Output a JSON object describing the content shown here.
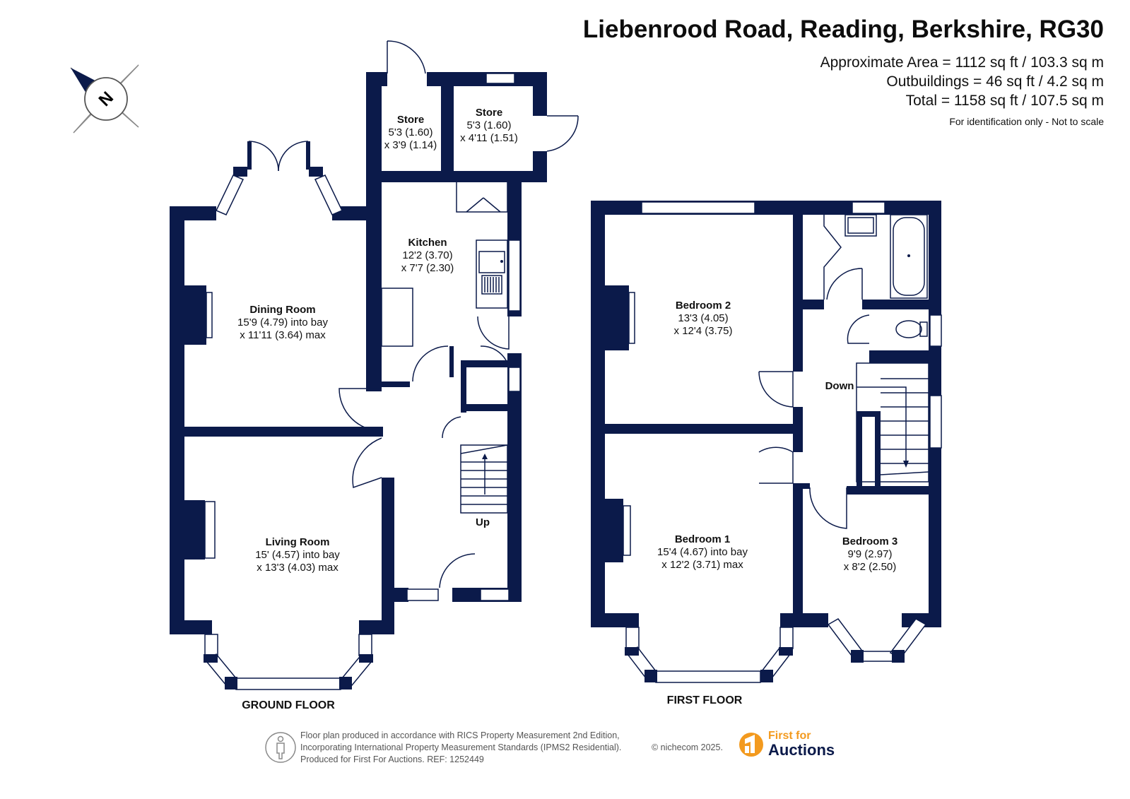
{
  "header": {
    "title": "Liebenrood Road, Reading, Berkshire, RG30",
    "area_lines": [
      "Approximate Area = 1112 sq ft / 103.3 sq m",
      "Outbuildings = 46 sq ft / 4.2 sq m",
      "Total = 1158 sq ft / 107.5 sq m"
    ],
    "disclaimer": "For identification only - Not to scale"
  },
  "compass": {
    "letter": "N"
  },
  "ground_floor": {
    "label": "GROUND FLOOR",
    "rooms": {
      "store1": {
        "name": "Store",
        "dims": [
          "5'3 (1.60)",
          "x 3'9 (1.14)"
        ]
      },
      "store2": {
        "name": "Store",
        "dims": [
          "5'3 (1.60)",
          "x 4'11 (1.51)"
        ]
      },
      "kitchen": {
        "name": "Kitchen",
        "dims": [
          "12'2 (3.70)",
          "x 7'7 (2.30)"
        ]
      },
      "dining": {
        "name": "Dining Room",
        "dims": [
          "15'9 (4.79) into bay",
          "x 11'11 (3.64) max"
        ]
      },
      "living": {
        "name": "Living Room",
        "dims": [
          "15' (4.57) into bay",
          "x 13'3 (4.03) max"
        ]
      }
    },
    "stairs_label": "Up"
  },
  "first_floor": {
    "label": "FIRST FLOOR",
    "rooms": {
      "bedroom2": {
        "name": "Bedroom 2",
        "dims": [
          "13'3 (4.05)",
          "x 12'4 (3.75)"
        ]
      },
      "bedroom1": {
        "name": "Bedroom 1",
        "dims": [
          "15'4 (4.67) into bay",
          "x 12'2 (3.71) max"
        ]
      },
      "bedroom3": {
        "name": "Bedroom 3",
        "dims": [
          "9'9 (2.97)",
          "x 8'2 (2.50)"
        ]
      }
    },
    "stairs_label": "Down"
  },
  "footer": {
    "lines": [
      "Floor plan produced in accordance with RICS Property Measurement 2nd Edition,",
      "Incorporating International Property Measurement Standards (IPMS2 Residential).",
      "Produced for First For Auctions.   REF:  1252449"
    ],
    "copyright": "© nichecom 2025.",
    "brand_line1": "First for",
    "brand_line2": "Auctions"
  },
  "colors": {
    "walls": "#0b1a4a",
    "brand_orange": "#f39a1e"
  }
}
